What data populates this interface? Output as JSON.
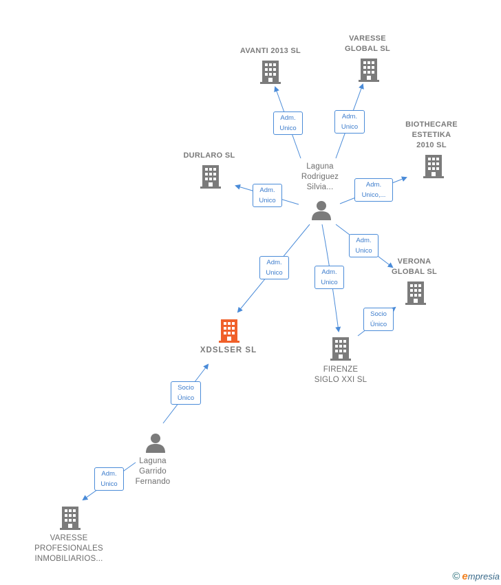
{
  "colors": {
    "edge": "#4a8bd8",
    "building": "#7b7b7b",
    "building_highlight": "#f0602a",
    "person": "#7b7b7b",
    "label_text": "#7a7a7a",
    "edge_label_text": "#3c7ccc"
  },
  "nodes": {
    "avanti": {
      "lines": [
        "AVANTI 2013 SL"
      ],
      "icon": "building-icon"
    },
    "varesse_global": {
      "lines": [
        "VARESSE",
        "GLOBAL SL"
      ],
      "icon": "building-icon"
    },
    "biothecare": {
      "lines": [
        "BIOTHECARE",
        "ESTETIKA",
        "2010 SL"
      ],
      "icon": "building-icon"
    },
    "durlaro": {
      "lines": [
        "DURLARO  SL"
      ],
      "icon": "building-icon"
    },
    "laguna_silvia": {
      "lines": [
        "Laguna",
        "Rodriguez",
        "Silvia..."
      ],
      "icon": "person-icon"
    },
    "verona": {
      "lines": [
        "VERONA",
        "GLOBAL  SL"
      ],
      "icon": "building-icon"
    },
    "xdslser": {
      "lines": [
        "XDSLSER  SL"
      ],
      "icon": "building-icon-highlighted"
    },
    "firenze": {
      "lines": [
        "FIRENZE",
        "SIGLO XXI SL"
      ],
      "icon": "building-icon"
    },
    "laguna_fernando": {
      "lines": [
        "Laguna",
        "Garrido",
        "Fernando"
      ],
      "icon": "person-icon"
    },
    "varesse_prof": {
      "lines": [
        "VARESSE",
        "PROFESIONALES",
        "INMOBILIARIOS..."
      ],
      "icon": "building-icon"
    }
  },
  "edges": [
    {
      "id": "e1",
      "lines": [
        "Adm.",
        "Unico"
      ]
    },
    {
      "id": "e2",
      "lines": [
        "Adm.",
        "Unico"
      ]
    },
    {
      "id": "e3",
      "lines": [
        "Adm.",
        "Unico,..."
      ]
    },
    {
      "id": "e4",
      "lines": [
        "Adm.",
        "Unico"
      ]
    },
    {
      "id": "e5",
      "lines": [
        "Adm.",
        "Unico"
      ]
    },
    {
      "id": "e6",
      "lines": [
        "Adm.",
        "Unico"
      ]
    },
    {
      "id": "e7",
      "lines": [
        "Adm.",
        "Unico"
      ]
    },
    {
      "id": "e8",
      "lines": [
        "Socio",
        "Único"
      ]
    },
    {
      "id": "e9",
      "lines": [
        "Socio",
        "Único"
      ]
    },
    {
      "id": "e10",
      "lines": [
        "Adm.",
        "Unico"
      ]
    }
  ],
  "footer": {
    "copyright": "©",
    "brand_initial": "e",
    "brand_rest": "mpresia"
  }
}
